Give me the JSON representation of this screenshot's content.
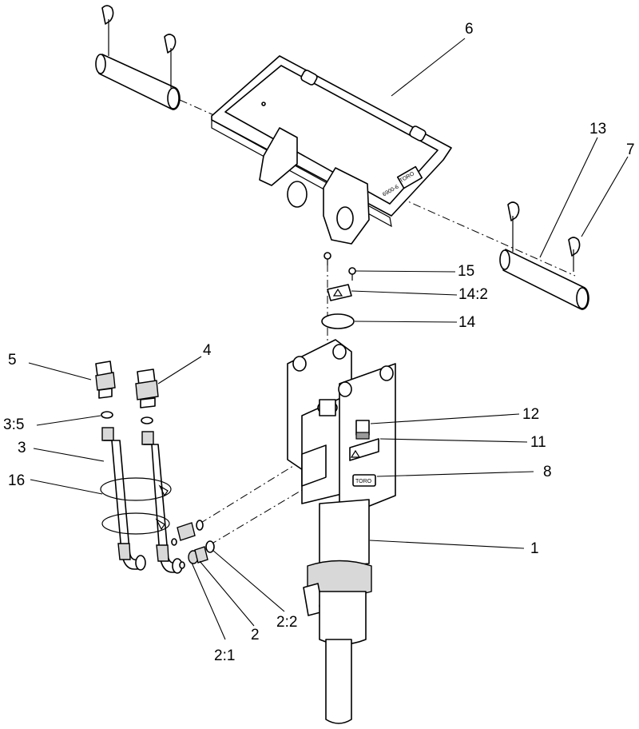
{
  "callouts": [
    {
      "text": "6"
    },
    {
      "text": "13"
    },
    {
      "text": "7"
    },
    {
      "text": "15"
    },
    {
      "text": "14:2"
    },
    {
      "text": "14"
    },
    {
      "text": "5"
    },
    {
      "text": "4"
    },
    {
      "text": "3:5"
    },
    {
      "text": "3"
    },
    {
      "text": "16"
    },
    {
      "text": "12"
    },
    {
      "text": "11"
    },
    {
      "text": "8"
    },
    {
      "text": "1"
    },
    {
      "text": "2:2"
    },
    {
      "text": "2"
    },
    {
      "text": "2:1"
    }
  ],
  "bracket_stamp": "6900-6",
  "logo_text": "TORO"
}
